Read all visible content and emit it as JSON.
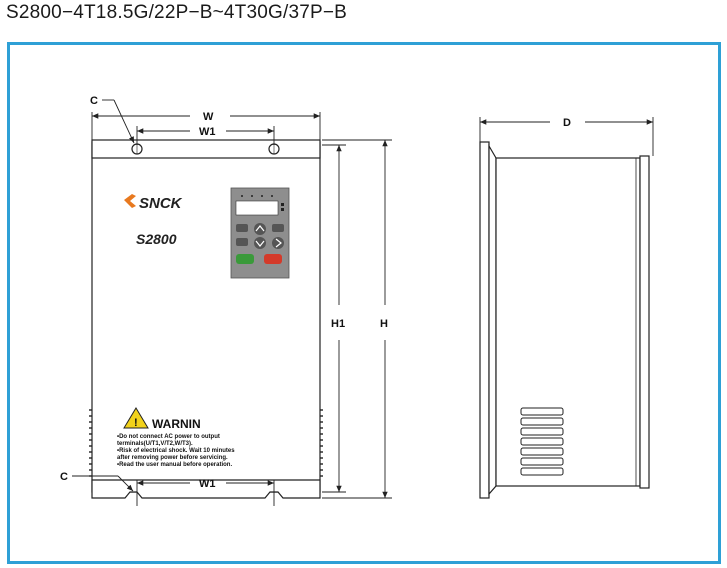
{
  "title": "S2800−4T18.5G/22P−B~4T30G/37P−B",
  "colors": {
    "frame": "#2ea0d6",
    "logo": "#e8791f",
    "keypad": "#8e8e8e",
    "run_button": "#3a9a3a",
    "stop_button": "#d43a2a"
  },
  "front_view": {
    "brand": "SNCK",
    "model": "S2800",
    "warning_heading": "WARNIN",
    "warning_lines": [
      "•Do not connect AC power to output",
      "  terminals(U/T1,V/T2,W/T3).",
      "•Risk of electrical shock. Wait 10 minutes",
      "  after removing power before servicing.",
      "•Read the user manual before operation."
    ]
  },
  "dimensions": {
    "c_top": "C",
    "c_bottom": "C",
    "w": "W",
    "w1_top": "W1",
    "w1_bottom": "W1",
    "h1": "H1",
    "h": "H",
    "d": "D"
  }
}
